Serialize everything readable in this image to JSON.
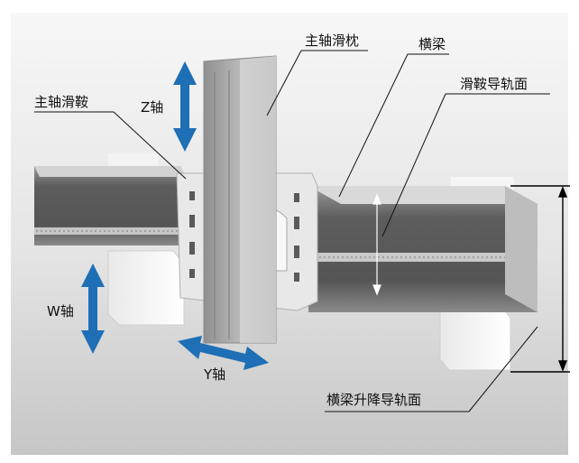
{
  "labels": {
    "spindle_ram": "主轴滑枕",
    "crossbeam": "横梁",
    "saddle_guide": "滑鞍导轨面",
    "spindle_saddle": "主轴滑鞍",
    "z_axis": "Z轴",
    "w_axis": "W轴",
    "y_axis": "Y轴",
    "crossbeam_lift_guide": "横梁升降导轨面"
  },
  "colors": {
    "arrow_blue": "#1e6fb5",
    "beam_dark": "#5c5c5c",
    "beam_light": "#a9a9a9",
    "background_top": "#f6f6f6",
    "background_bottom": "#c9c9c9"
  }
}
